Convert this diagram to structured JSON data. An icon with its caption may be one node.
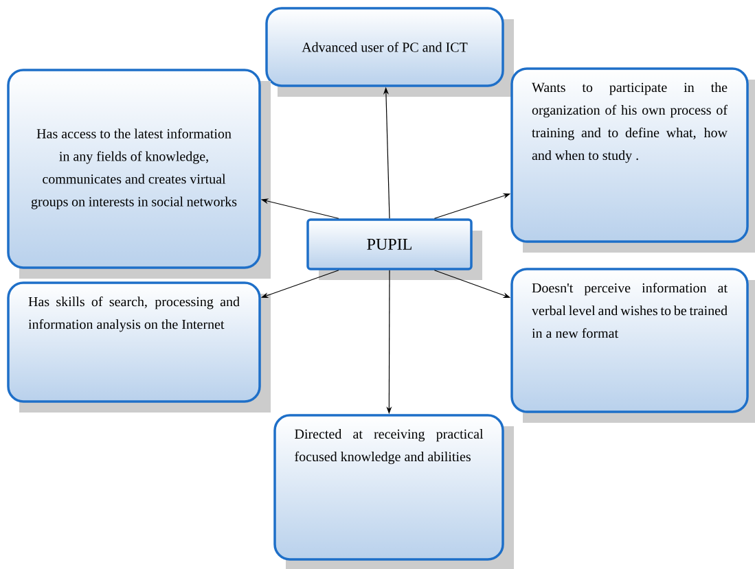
{
  "diagram": {
    "nodes": [
      {
        "text": [
          "Advanced user of PC and ICT"
        ]
      },
      {
        "text": [
          "Has access to the latest information in any fields of knowledge, communicates and creates virtual groups on interests in social networks"
        ]
      },
      {
        "text": [
          "Wants to participate in the organization of his own process of training and to define what, how and when to study ."
        ]
      },
      {
        "text": [
          "PUPIL"
        ]
      },
      {
        "text": [
          "Has skills of search, processing and information analysis on the Internet"
        ]
      },
      {
        "text": [
          "Doesn't perceive information at verbal level and wishes to be trained in a new format"
        ]
      },
      {
        "text": [
          "Directed at receiving practical focused knowledge and abilities"
        ]
      }
    ],
    "edges": [
      {
        "from": 3,
        "to": 0,
        "arrow": "to"
      },
      {
        "from": 3,
        "to": 1,
        "arrow": "to"
      },
      {
        "from": 3,
        "to": 2,
        "arrow": "to"
      },
      {
        "from": 3,
        "to": 4,
        "arrow": "to"
      },
      {
        "from": 3,
        "to": 5,
        "arrow": "to"
      },
      {
        "from": 3,
        "to": 6,
        "arrow": "to"
      }
    ]
  }
}
